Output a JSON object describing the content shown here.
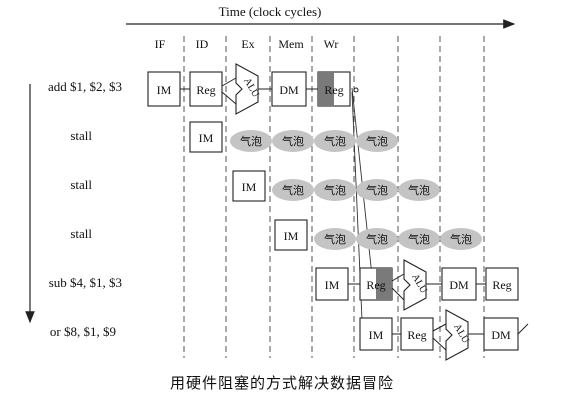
{
  "time_axis": {
    "label": "Time (clock cycles)"
  },
  "stages": [
    "IF",
    "ID",
    "Ex",
    "Mem",
    "Wr"
  ],
  "instructions": [
    "add $1, $2, $3",
    "stall",
    "stall",
    "stall",
    "sub $4, $1, $3",
    "or $8, $1, $9"
  ],
  "unit_labels": {
    "im": "IM",
    "reg": "Reg",
    "alu": "ALU",
    "dm": "DM",
    "bubble": "气泡"
  },
  "caption": "用硬件阻塞的方式解决数据冒险",
  "colors": {
    "shaded_reg": "#7a7a7a",
    "bubble": "#c4c4c4",
    "line": "#222222"
  }
}
